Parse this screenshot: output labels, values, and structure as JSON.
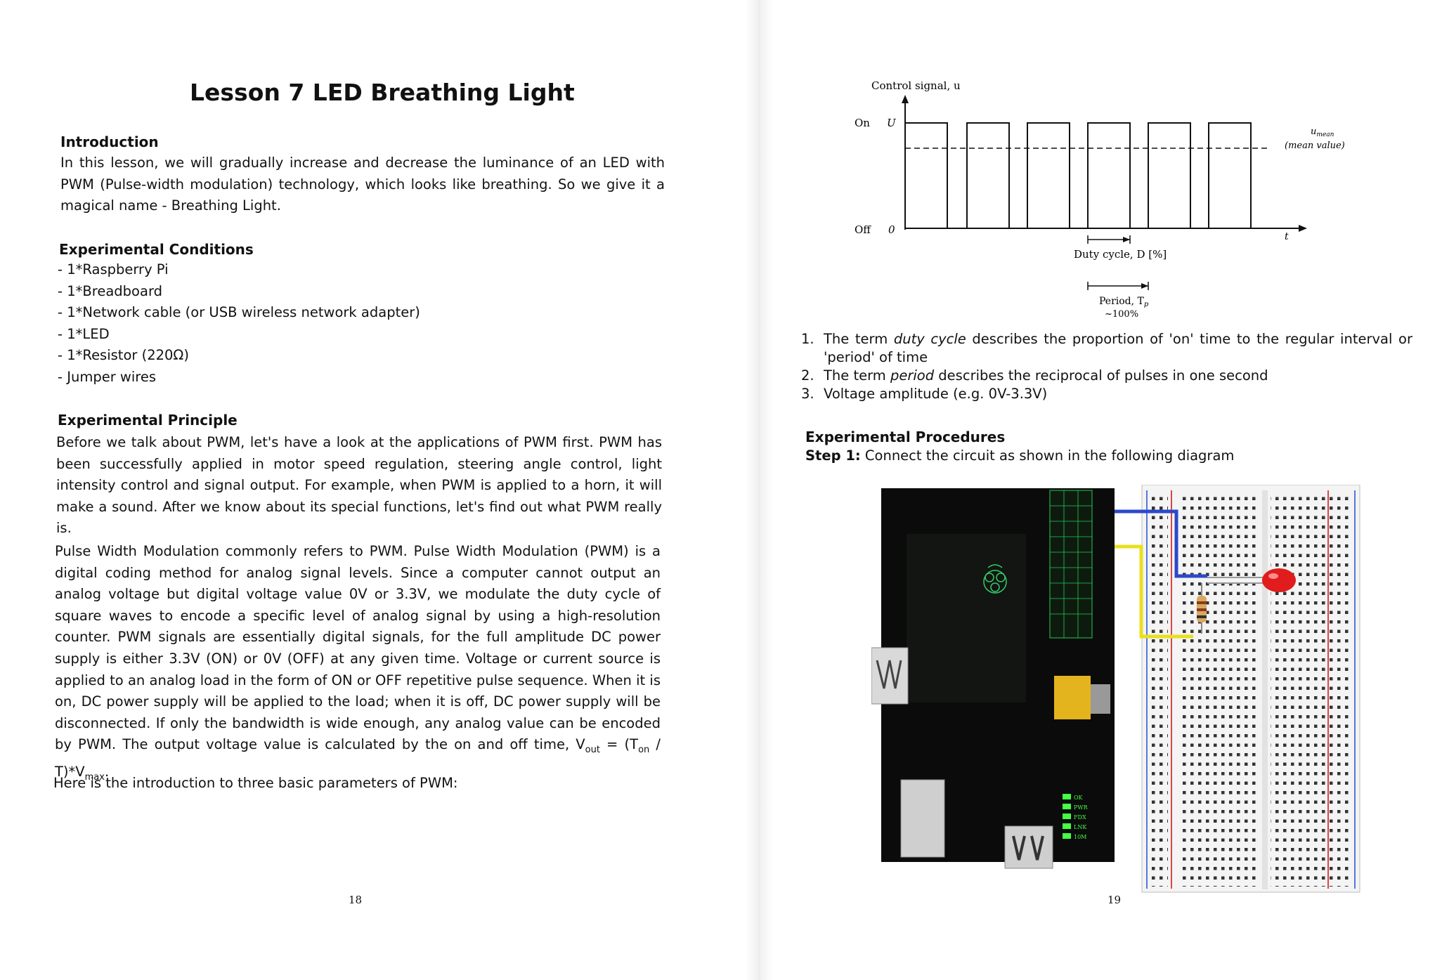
{
  "left_page": {
    "title": "Lesson 7 LED Breathing Light",
    "introduction": {
      "heading": "Introduction",
      "text": "In this lesson, we will gradually increase and decrease the luminance of an LED with PWM (Pulse-width modulation) technology, which looks like breathing. So we give it a magical name - Breathing Light."
    },
    "conditions": {
      "heading": "Experimental Conditions",
      "items": [
        "- 1*Raspberry Pi",
        "- 1*Breadboard",
        "- 1*Network cable (or USB wireless network adapter)",
        "- 1*LED",
        "- 1*Resistor (220Ω)",
        "- Jumper wires"
      ]
    },
    "principle": {
      "heading": "Experimental Principle",
      "p1": "Before we talk about PWM, let's have a look at the applications of PWM first. PWM has been successfully applied in motor speed regulation, steering angle control, light intensity control and signal output. For example, when PWM is applied to a horn, it will make a sound. After we know about its special functions, let's find out what PWM really is.",
      "p2_text": "Pulse Width Modulation commonly refers to PWM. Pulse Width Modulation (PWM) is a digital coding method for analog signal levels. Since a computer cannot output an analog voltage but digital voltage value 0V or 3.3V, we modulate the duty cycle of square waves to encode a specific level of analog signal by using a high-resolution counter. PWM signals are essentially digital signals, for the full amplitude DC power supply is either 3.3V (ON) or 0V (OFF) at any given time. Voltage or current source is applied to an analog load in the form of ON or OFF repetitive pulse sequence. When it is on, DC power supply will be applied to the load; when it is off, DC power supply will be disconnected. If only the bandwidth is wide enough, any analog value can be encoded by PWM. The output voltage value is calculated by the on and off time, V",
      "formula_out": "out",
      "formula_mid": " = (T",
      "formula_on": "on",
      "formula_end": " / T)*V",
      "formula_max": "max",
      "formula_dot": ".",
      "p3": "Here is the introduction to three basic parameters of PWM:"
    },
    "page_number": "18"
  },
  "right_page": {
    "diagram": {
      "control_signal": "Control signal, u",
      "on": "On",
      "U": "U",
      "off": "Off",
      "zero": "0",
      "t": "t",
      "u_mean": "u",
      "u_mean_sub": "mean",
      "mean_value": "(mean value)",
      "duty_cycle": "Duty cycle, D  [%]",
      "period": "Period, T",
      "period_sub": "p",
      "period_pct": "~100%"
    },
    "parameters": [
      {
        "num": "1.",
        "pre": "The term ",
        "em": "duty cycle",
        "post": " describes the proportion of 'on' time to the regular interval or 'period' of time"
      },
      {
        "num": "2.",
        "pre": "The term ",
        "em": "period",
        "post": " describes the reciprocal of pulses in one second"
      },
      {
        "num": "3.",
        "pre": "Voltage amplitude (e.g. 0V-3.3V)",
        "em": "",
        "post": ""
      }
    ],
    "procedures": {
      "heading": "Experimental Procedures",
      "step1_label": "Step 1:",
      "step1_text": " Connect the circuit as shown in the following diagram"
    },
    "board_labels": {
      "leds": [
        "OK",
        "PWR",
        "FDX",
        "LNK",
        "10M"
      ]
    },
    "page_number": "19"
  }
}
